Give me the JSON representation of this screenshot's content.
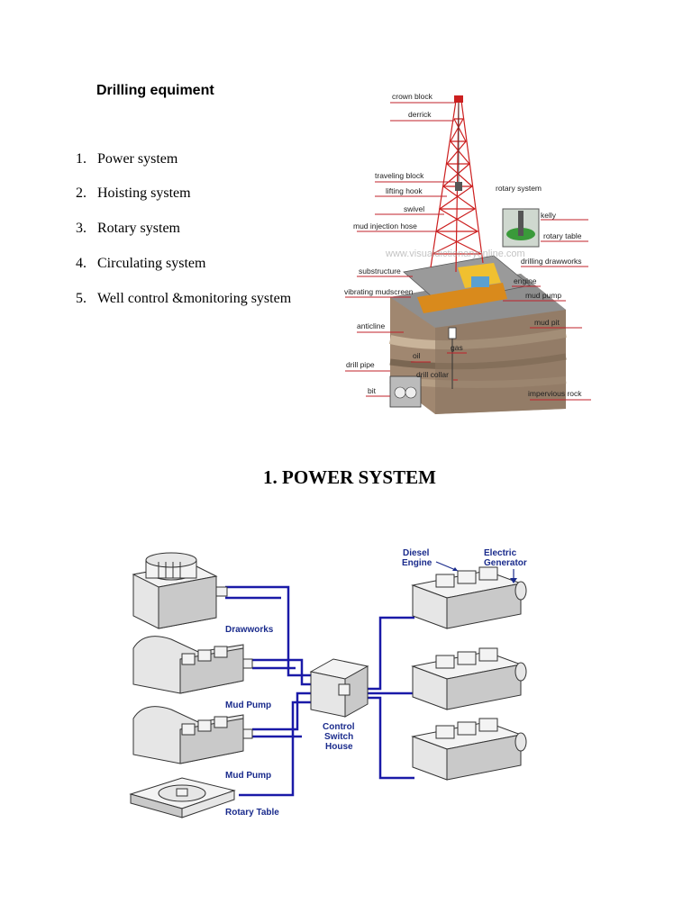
{
  "page": {
    "heading": "Drilling equiment",
    "items": [
      {
        "num": "1.",
        "label": "Power system"
      },
      {
        "num": "2.",
        "label": "Hoisting system"
      },
      {
        "num": "3.",
        "label": "Rotary system"
      },
      {
        "num": "4.",
        "label": "Circulating system"
      },
      {
        "num": "5.",
        "label": "Well control &monitoring system"
      }
    ],
    "section_title": "1.  POWER SYSTEM"
  },
  "rig_figure": {
    "labels": {
      "crown_block": "crown block",
      "derrick": "derrick",
      "traveling_block": "traveling block",
      "lifting_hook": "lifting hook",
      "swivel": "swivel",
      "mud_injection_hose": "mud injection hose",
      "rotary_system": "rotary system",
      "kelly": "kelly",
      "rotary_table": "rotary table",
      "drilling_drawworks": "drilling drawworks",
      "substructure": "substructure",
      "engine": "engine",
      "vibrating_mudscreen": "vibrating mudscreen",
      "mud_pump": "mud pump",
      "anticline": "anticline",
      "mud_pit": "mud pit",
      "gas": "gas",
      "oil": "oil",
      "drill_pipe": "drill pipe",
      "drill_collar": "drill collar",
      "bit": "bit",
      "impervious_rock": "impervious rock"
    },
    "watermark": "www.visualdictionaryonline.com"
  },
  "power_figure": {
    "labels": {
      "drawworks": "Drawworks",
      "mud_pump_1": "Mud Pump",
      "mud_pump_2": "Mud Pump",
      "rotary_table": "Rotary Table",
      "control_1": "Control",
      "control_2": "Switch",
      "control_3": "House",
      "diesel_1": "Diesel",
      "diesel_2": "Engine",
      "electric_1": "Electric",
      "electric_2": "Generator"
    },
    "wire_color": "#1a1aa8",
    "label_color": "#1a2b8c"
  }
}
